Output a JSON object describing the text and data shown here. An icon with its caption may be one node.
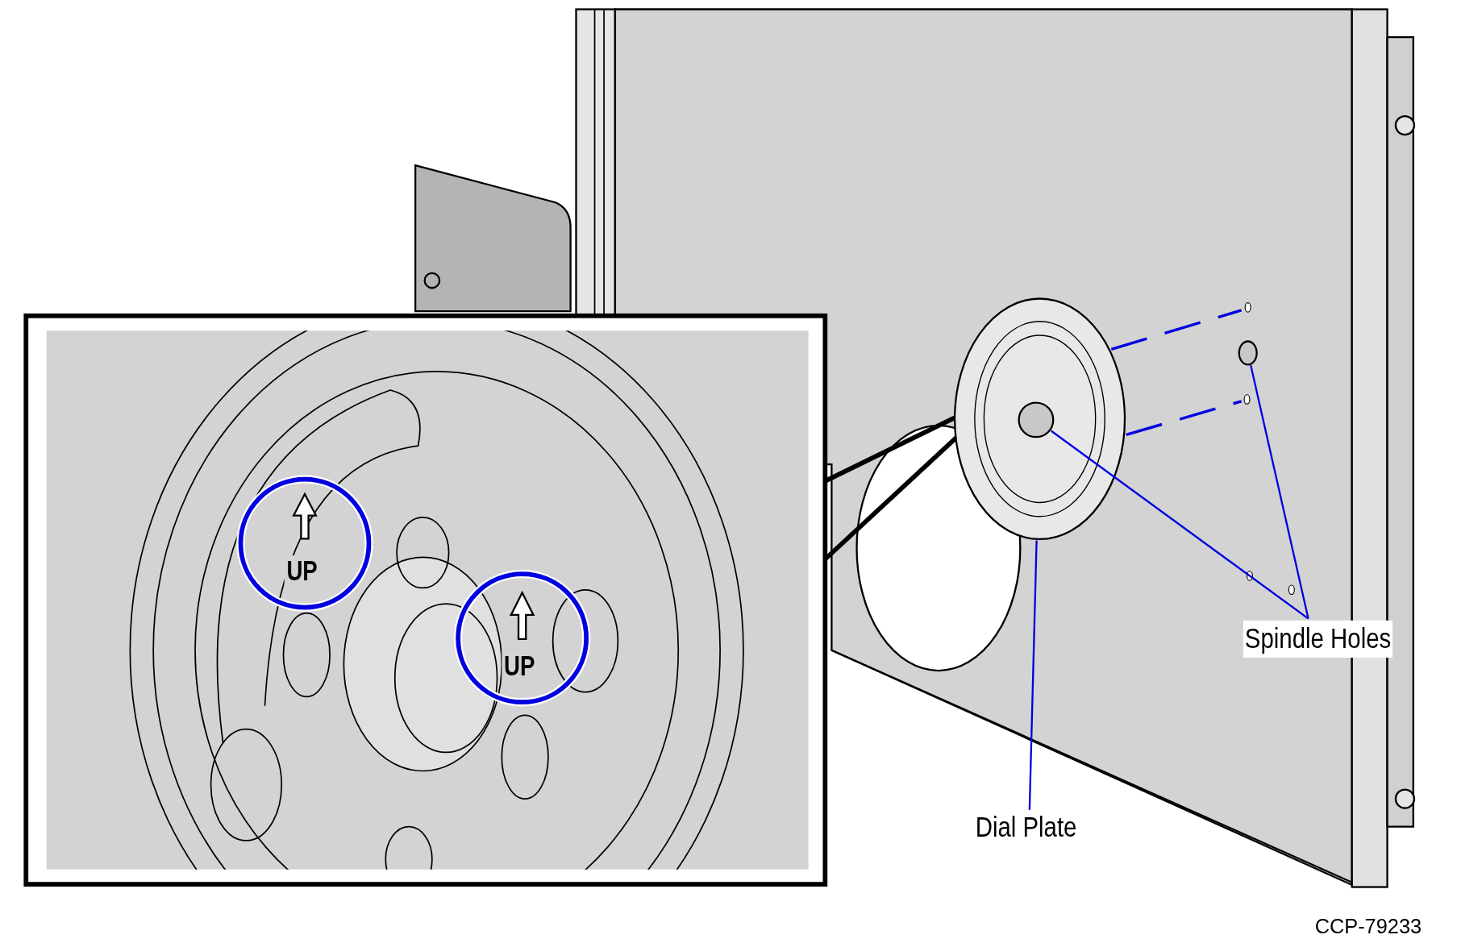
{
  "diagram": {
    "nodes": [
      {
        "text": [],
        "shape": "circle"
      },
      {
        "text": [],
        "shape": "circle",
        "in": 0
      },
      {
        "text": [],
        "shape": "circle"
      },
      {
        "text": [
          "Spindle Holes"
        ]
      },
      {
        "text": [
          "Dial Plate"
        ]
      }
    ],
    "edges": [
      {
        "from": 3,
        "to": 2,
        "arrow": "none"
      },
      {
        "from": 3,
        "to": 1,
        "arrow": "none"
      },
      {
        "from": 4,
        "to": 0,
        "arrow": "none"
      }
    ],
    "labels": [
      "UP",
      "UP",
      "CCP-79233"
    ]
  }
}
